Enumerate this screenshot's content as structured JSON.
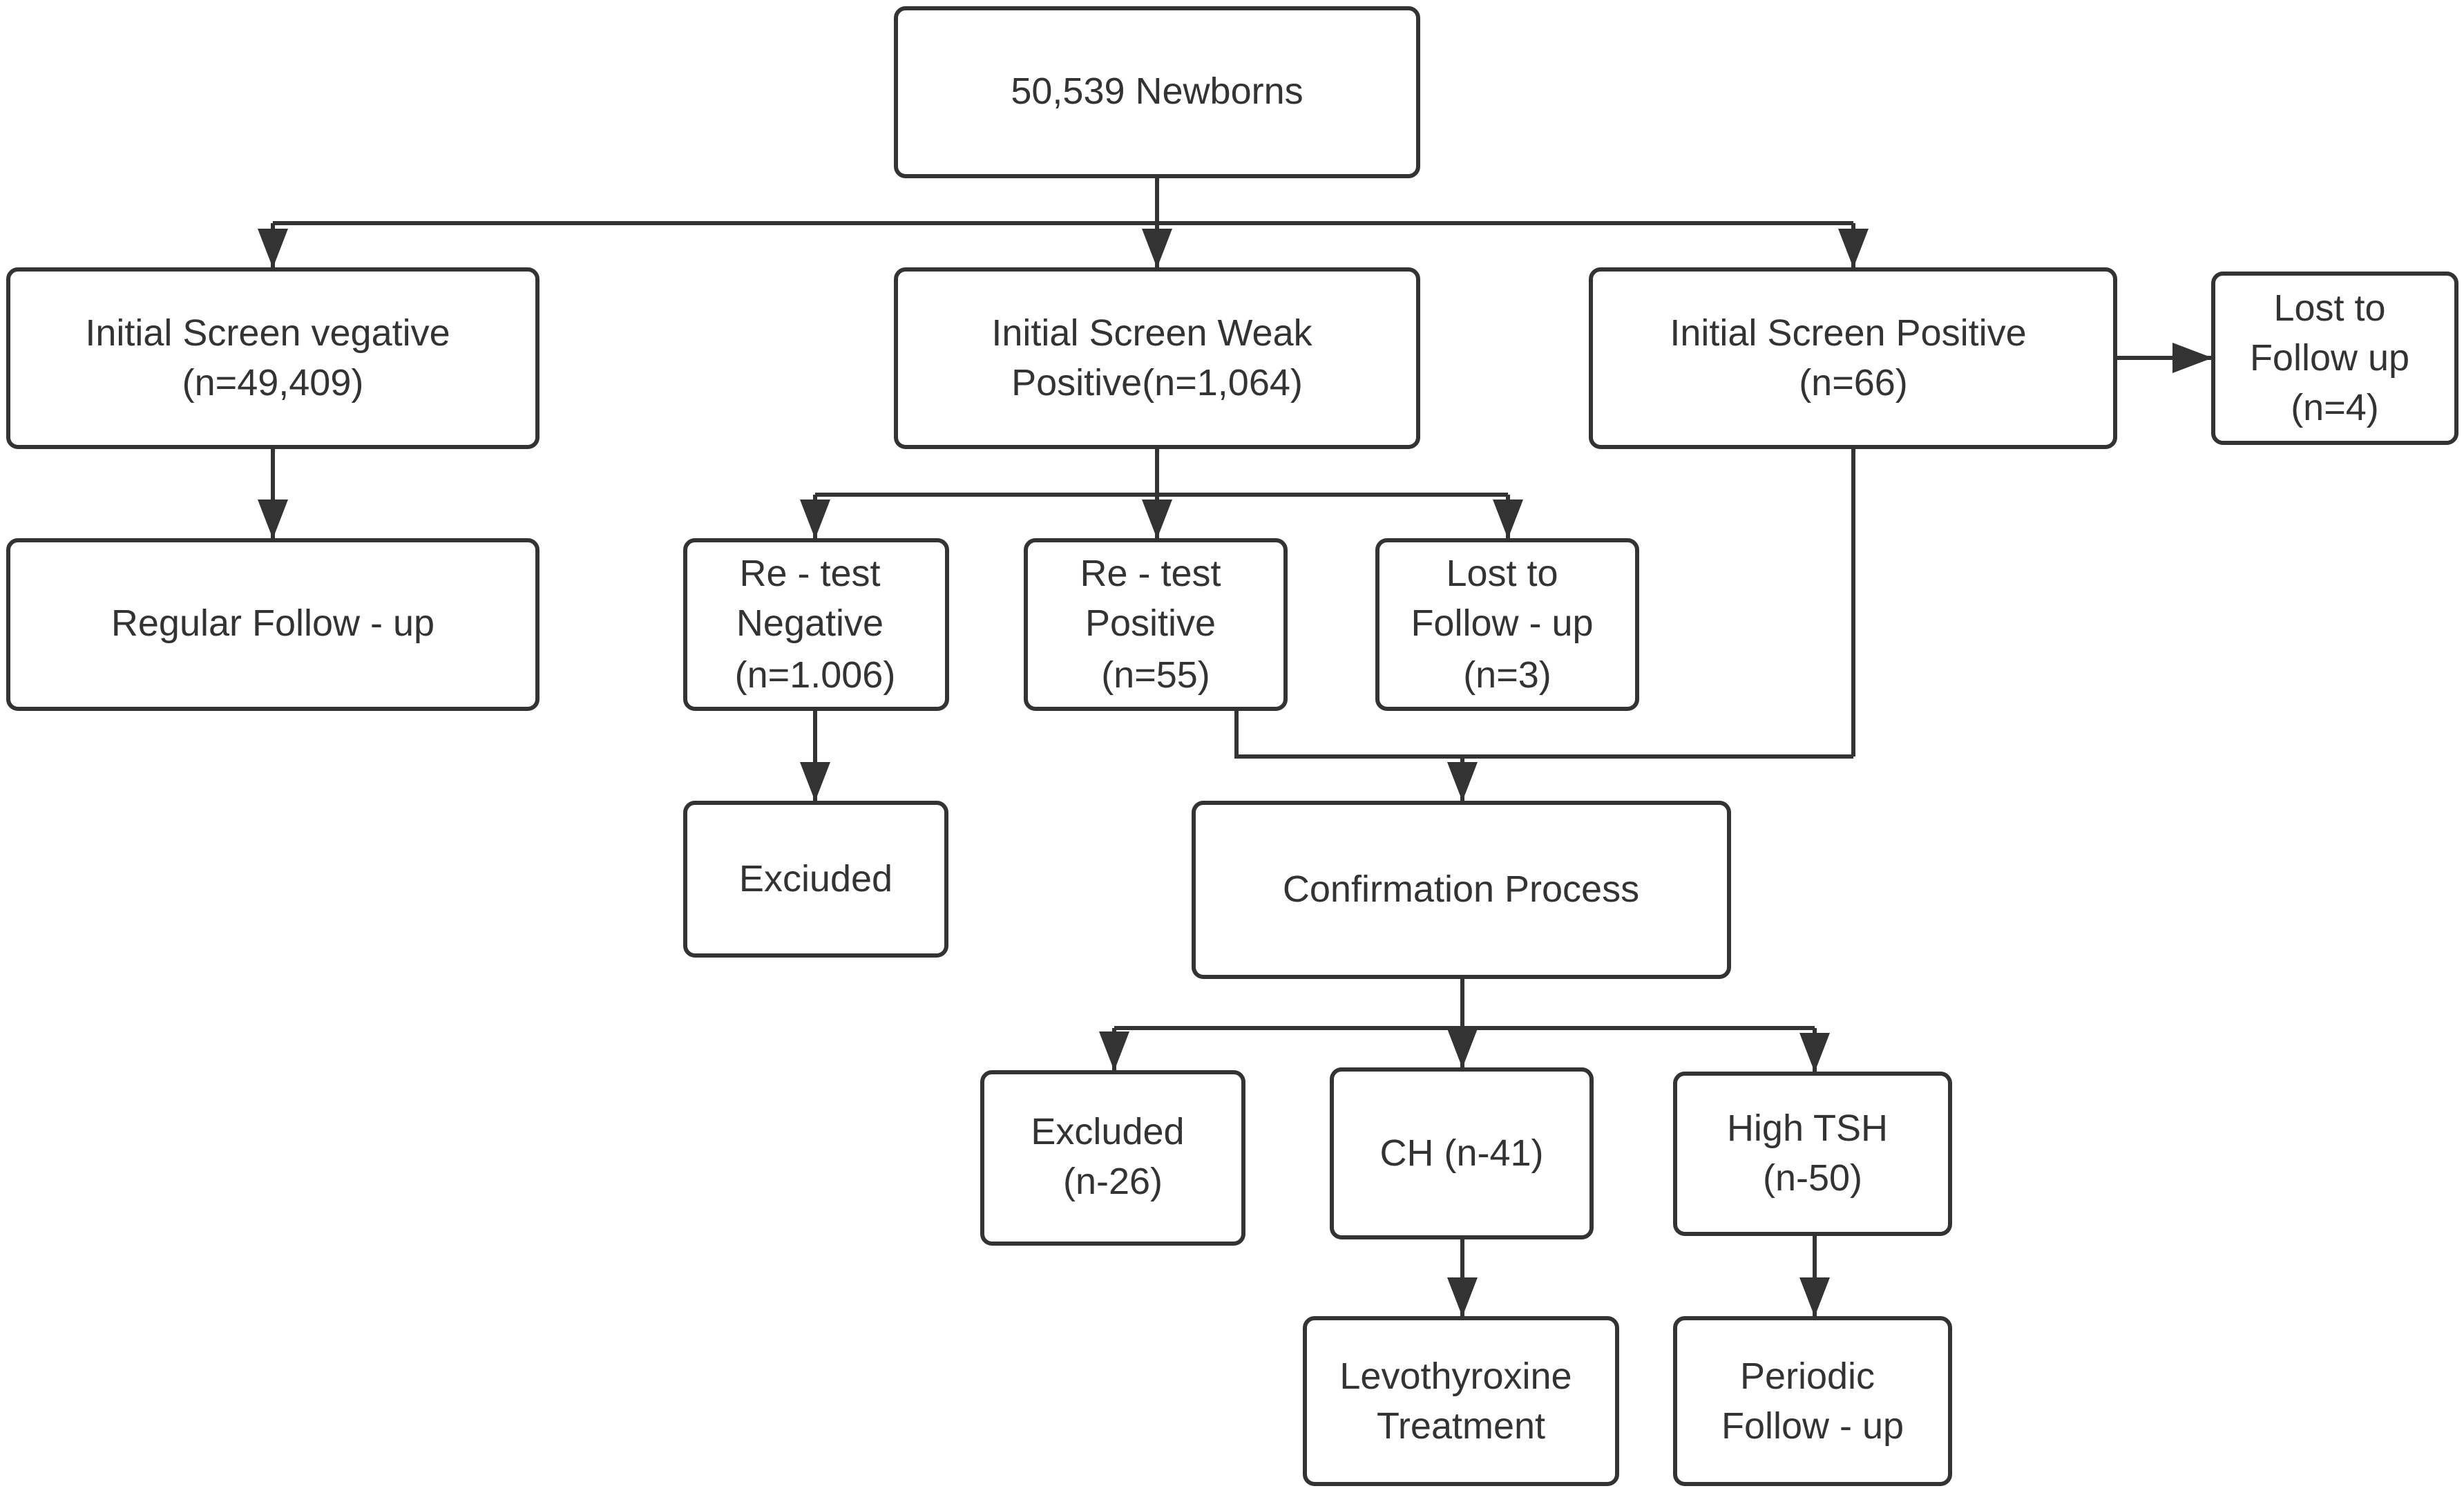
{
  "nodes": {
    "newborns": [
      "50,539 Newborns"
    ],
    "initial_negative": [
      "Initial Screen vegative",
      "(n=49,409)"
    ],
    "initial_weak_positive": [
      "Initial Screen Weak",
      "Positive(n=1,064)"
    ],
    "initial_positive": [
      "Initial Screen Positive",
      "(n=66)"
    ],
    "lost_follow_up_positive": [
      "Lost to",
      "Follow  up",
      "(n=4)"
    ],
    "regular_follow_up": [
      "Regular Follow - up"
    ],
    "retest_negative": [
      "Re - test",
      "Negative",
      "(n=1.006)"
    ],
    "retest_positive": [
      "Re - test",
      "Positive",
      "(n=55)"
    ],
    "lost_follow_up_weak": [
      "Lost to",
      "Follow - up",
      "(n=3)"
    ],
    "excluded_retest": [
      "Exciuded"
    ],
    "confirmation_process": [
      "Confirmation Process"
    ],
    "excluded_confirmation": [
      "Excluded",
      "(n-26)"
    ],
    "ch": [
      "CH (n-41)"
    ],
    "high_tsh": [
      "High TSH",
      "(n-50)"
    ],
    "levothyroxine_treatment": [
      "Levothyroxine",
      "Treatment"
    ],
    "periodic_follow_up": [
      "Periodic",
      "Follow - up"
    ]
  },
  "colors": {
    "stroke": "#333333",
    "text": "#333333",
    "background": "#ffffff"
  }
}
